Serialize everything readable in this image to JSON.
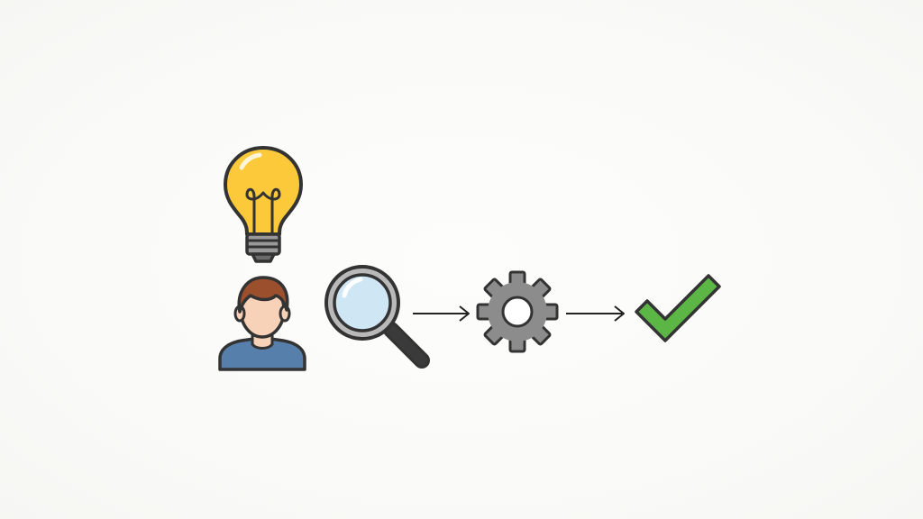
{
  "diagram": {
    "steps": [
      {
        "icon": "lightbulb-icon",
        "meaning": "idea"
      },
      {
        "icon": "person-icon",
        "meaning": "person"
      },
      {
        "icon": "magnifying-glass-icon",
        "meaning": "search"
      },
      {
        "icon": "gear-icon",
        "meaning": "process"
      },
      {
        "icon": "checkmark-icon",
        "meaning": "done"
      }
    ],
    "connectors": [
      "arrow-right-icon",
      "arrow-right-icon"
    ]
  },
  "colors": {
    "background": "#fbfbfa",
    "outline": "#333333",
    "bulb_yellow": "#fbc93a",
    "bulb_base": "#9a9a9a",
    "skin": "#f7d2b8",
    "hair": "#9b4f2c",
    "shirt": "#577fab",
    "lens": "#cfe6f5",
    "magnifier_rim": "#b9b9b9",
    "handle": "#3a3a3a",
    "gear": "#8c8c8c",
    "check": "#5cb646"
  }
}
